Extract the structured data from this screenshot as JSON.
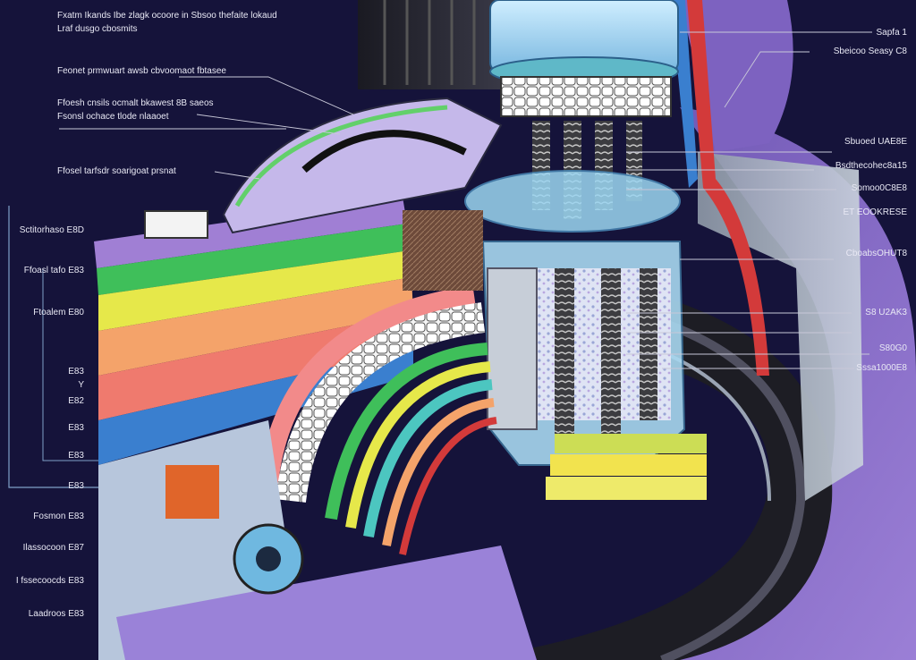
{
  "figure": {
    "top_note": [
      "Fxatm Ikands Ibe zlagk ocoore in Sbsoo thefaite lokaud",
      "Lraf dusgo cbosmits"
    ],
    "left_labels": {
      "upper": [
        "Feonet prmwuart awsb cbvoomaot fbtasee",
        "Ffoesh cnsils ocmalt bkawest 8B saeos",
        "Fsonsl ochace tlode nlaaoet",
        "Ffosel tarfsdr soarigoat prsnat"
      ],
      "scale": [
        "Sctitorhaso E8D",
        "Ffoasl tafo E83",
        "Ftoalem E80",
        "E83",
        "Y",
        "E82",
        "E83",
        "E83",
        "E83",
        "Fosmon E83",
        "Ilassocoon E87",
        "I fssecoocds E83",
        "Laadroos E83"
      ]
    },
    "right_labels": [
      "Sapfa 1",
      "Sbeicoo Seasy C8",
      "Sbuoed UAE8E",
      "Bsdthecohec8a15",
      "Somoo0C8E8",
      "ET EOOKRESE",
      "CboabsOHUT8",
      "S8 U2AK3",
      "S80G0",
      "Sssa1000E8"
    ],
    "palette": {
      "background": "#15133a",
      "purple": "#8e6fc8",
      "green": "#3fbf5a",
      "yellow": "#e6e84a",
      "orange": "#f4a36a",
      "salmon": "#ef7a6e",
      "blue": "#3a7fcf",
      "teal": "#4cc6c0",
      "red": "#d33a3a",
      "glass": "#8fd0f0"
    }
  }
}
